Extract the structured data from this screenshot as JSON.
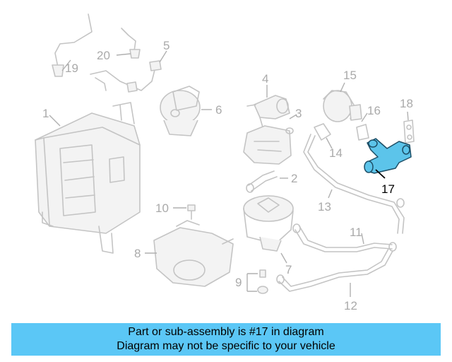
{
  "callouts": [
    {
      "id": "1",
      "label": "1"
    },
    {
      "id": "2",
      "label": "2"
    },
    {
      "id": "3",
      "label": "3"
    },
    {
      "id": "4",
      "label": "4"
    },
    {
      "id": "5",
      "label": "5"
    },
    {
      "id": "6",
      "label": "6"
    },
    {
      "id": "7",
      "label": "7"
    },
    {
      "id": "8",
      "label": "8"
    },
    {
      "id": "9",
      "label": "9"
    },
    {
      "id": "10",
      "label": "10"
    },
    {
      "id": "11",
      "label": "11"
    },
    {
      "id": "12",
      "label": "12"
    },
    {
      "id": "13",
      "label": "13"
    },
    {
      "id": "14",
      "label": "14"
    },
    {
      "id": "15",
      "label": "15"
    },
    {
      "id": "16",
      "label": "16"
    },
    {
      "id": "17",
      "label": "17"
    },
    {
      "id": "18",
      "label": "18"
    },
    {
      "id": "19",
      "label": "19"
    },
    {
      "id": "20",
      "label": "20"
    }
  ],
  "highlighted_part": "17",
  "colors": {
    "highlight": "#5cc4ea",
    "banner": "#5bc7f6",
    "faded": "#c4c4c4"
  },
  "banner": {
    "line1": "Part or sub-assembly is #17 in diagram",
    "line2": "Diagram may not be specific to your vehicle"
  }
}
